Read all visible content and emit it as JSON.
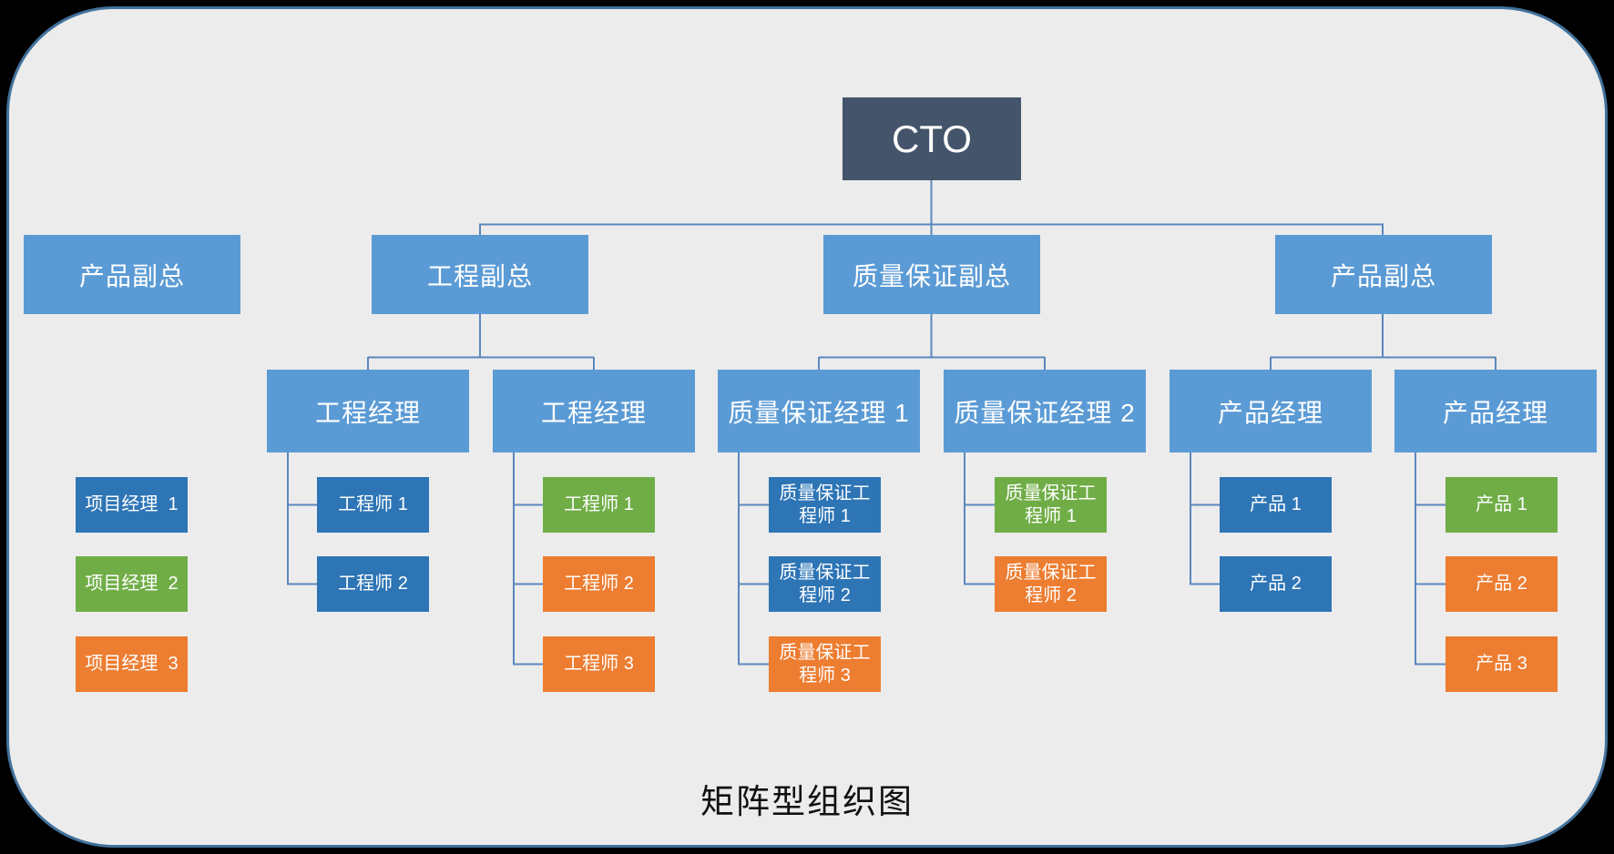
{
  "title": "矩阵型组织图",
  "colors": {
    "outside_background": "#000000",
    "frame_fill": "#ececec",
    "frame_border": "#41719c",
    "node_dark_slate": "#44546a",
    "node_medium_blue": "#5b9bd5",
    "node_dark_blue": "#2e75b6",
    "node_green": "#70ad47",
    "node_orange": "#ed7d31",
    "connector": "#5b87bd"
  },
  "org": {
    "root": {
      "label": "CTO"
    },
    "left_column": {
      "vp": {
        "label": "产品副总"
      },
      "project_managers": [
        {
          "label": "项目经理  1",
          "color": "#2e75b6"
        },
        {
          "label": "项目经理  2",
          "color": "#70ad47"
        },
        {
          "label": "项目经理  3",
          "color": "#ed7d31"
        }
      ]
    },
    "branches": [
      {
        "vp": {
          "label": "工程副总"
        },
        "managers": [
          {
            "label": "工程经理",
            "reports": [
              {
                "label": "工程师 1",
                "color": "#2e75b6"
              },
              {
                "label": "工程师 2",
                "color": "#2e75b6"
              }
            ]
          },
          {
            "label": "工程经理",
            "reports": [
              {
                "label": "工程师 1",
                "color": "#70ad47"
              },
              {
                "label": "工程师 2",
                "color": "#ed7d31"
              },
              {
                "label": "工程师 3",
                "color": "#ed7d31"
              }
            ]
          }
        ]
      },
      {
        "vp": {
          "label": "质量保证副总"
        },
        "managers": [
          {
            "label": "质量保证经理 1",
            "reports": [
              {
                "label": "质量保证工程师 1",
                "color": "#2e75b6"
              },
              {
                "label": "质量保证工程师 2",
                "color": "#2e75b6"
              },
              {
                "label": "质量保证工程师 3",
                "color": "#ed7d31"
              }
            ]
          },
          {
            "label": "质量保证经理 2",
            "reports": [
              {
                "label": "质量保证工程师 1",
                "color": "#70ad47"
              },
              {
                "label": "质量保证工程师 2",
                "color": "#ed7d31"
              }
            ]
          }
        ]
      },
      {
        "vp": {
          "label": "产品副总"
        },
        "managers": [
          {
            "label": "产品经理",
            "reports": [
              {
                "label": "产品 1",
                "color": "#2e75b6"
              },
              {
                "label": "产品 2",
                "color": "#2e75b6"
              }
            ]
          },
          {
            "label": "产品经理",
            "reports": [
              {
                "label": "产品 1",
                "color": "#70ad47"
              },
              {
                "label": "产品 2",
                "color": "#ed7d31"
              },
              {
                "label": "产品 3",
                "color": "#ed7d31"
              }
            ]
          }
        ]
      }
    ]
  }
}
